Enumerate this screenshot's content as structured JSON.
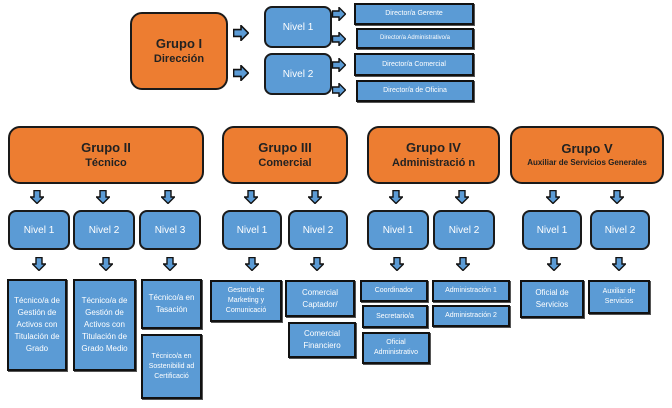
{
  "title": "Organigrama de grupos profesionales",
  "colors": {
    "group": "#ed7d31",
    "level": "#5b9bd5",
    "border": "#1a1a1a"
  },
  "groups": [
    {
      "id": "I",
      "name": "Grupo I",
      "subtitle": "Dirección",
      "levels": [
        {
          "label": "Nivel  1",
          "roles": [
            "Director/a Gerente",
            "Director/a Administrativo/a"
          ]
        },
        {
          "label": "Nivel  2",
          "roles": [
            "Director/a Comercial",
            "Director/a de Oficina"
          ]
        }
      ]
    },
    {
      "id": "II",
      "name": "Grupo II",
      "subtitle": "Técnico",
      "levels": [
        {
          "label": "Nivel  1",
          "roles": [
            "Técnico/a de Gestión de Activos con Titulación de Grado"
          ]
        },
        {
          "label": "Nivel  2",
          "roles": [
            "Técnico/a de Gestión de Activos con Titulación de Grado Medio"
          ]
        },
        {
          "label": "Nivel  3",
          "roles": [
            "Técnico/a en Tasación",
            "Técnico/a en Sostenibilid ad Certificació"
          ]
        }
      ]
    },
    {
      "id": "III",
      "name": "Grupo III",
      "subtitle": "Comercial",
      "levels": [
        {
          "label": "Nivel  1",
          "roles": [
            "Gestor/a de Marketing y Comunicació"
          ]
        },
        {
          "label": "Nivel  2",
          "roles": [
            "Comercial Captador/",
            "Comercial Financiero"
          ]
        }
      ]
    },
    {
      "id": "IV",
      "name": "Grupo IV",
      "subtitle": "Administració n",
      "levels": [
        {
          "label": "Nivel  1",
          "roles": [
            "Coordinador",
            "Secretario/a",
            "Oficial Administrativo"
          ]
        },
        {
          "label": "Nivel  2",
          "roles": [
            "Administración 1",
            "Administración 2"
          ]
        }
      ]
    },
    {
      "id": "V",
      "name": "Grupo V",
      "subtitle": "Auxiliar de Servicios Generales",
      "levels": [
        {
          "label": "Nivel  1",
          "roles": [
            "Oficial de Servicios"
          ]
        },
        {
          "label": "Nivel  2",
          "roles": [
            "Auxiliar de Servicios"
          ]
        }
      ]
    }
  ]
}
